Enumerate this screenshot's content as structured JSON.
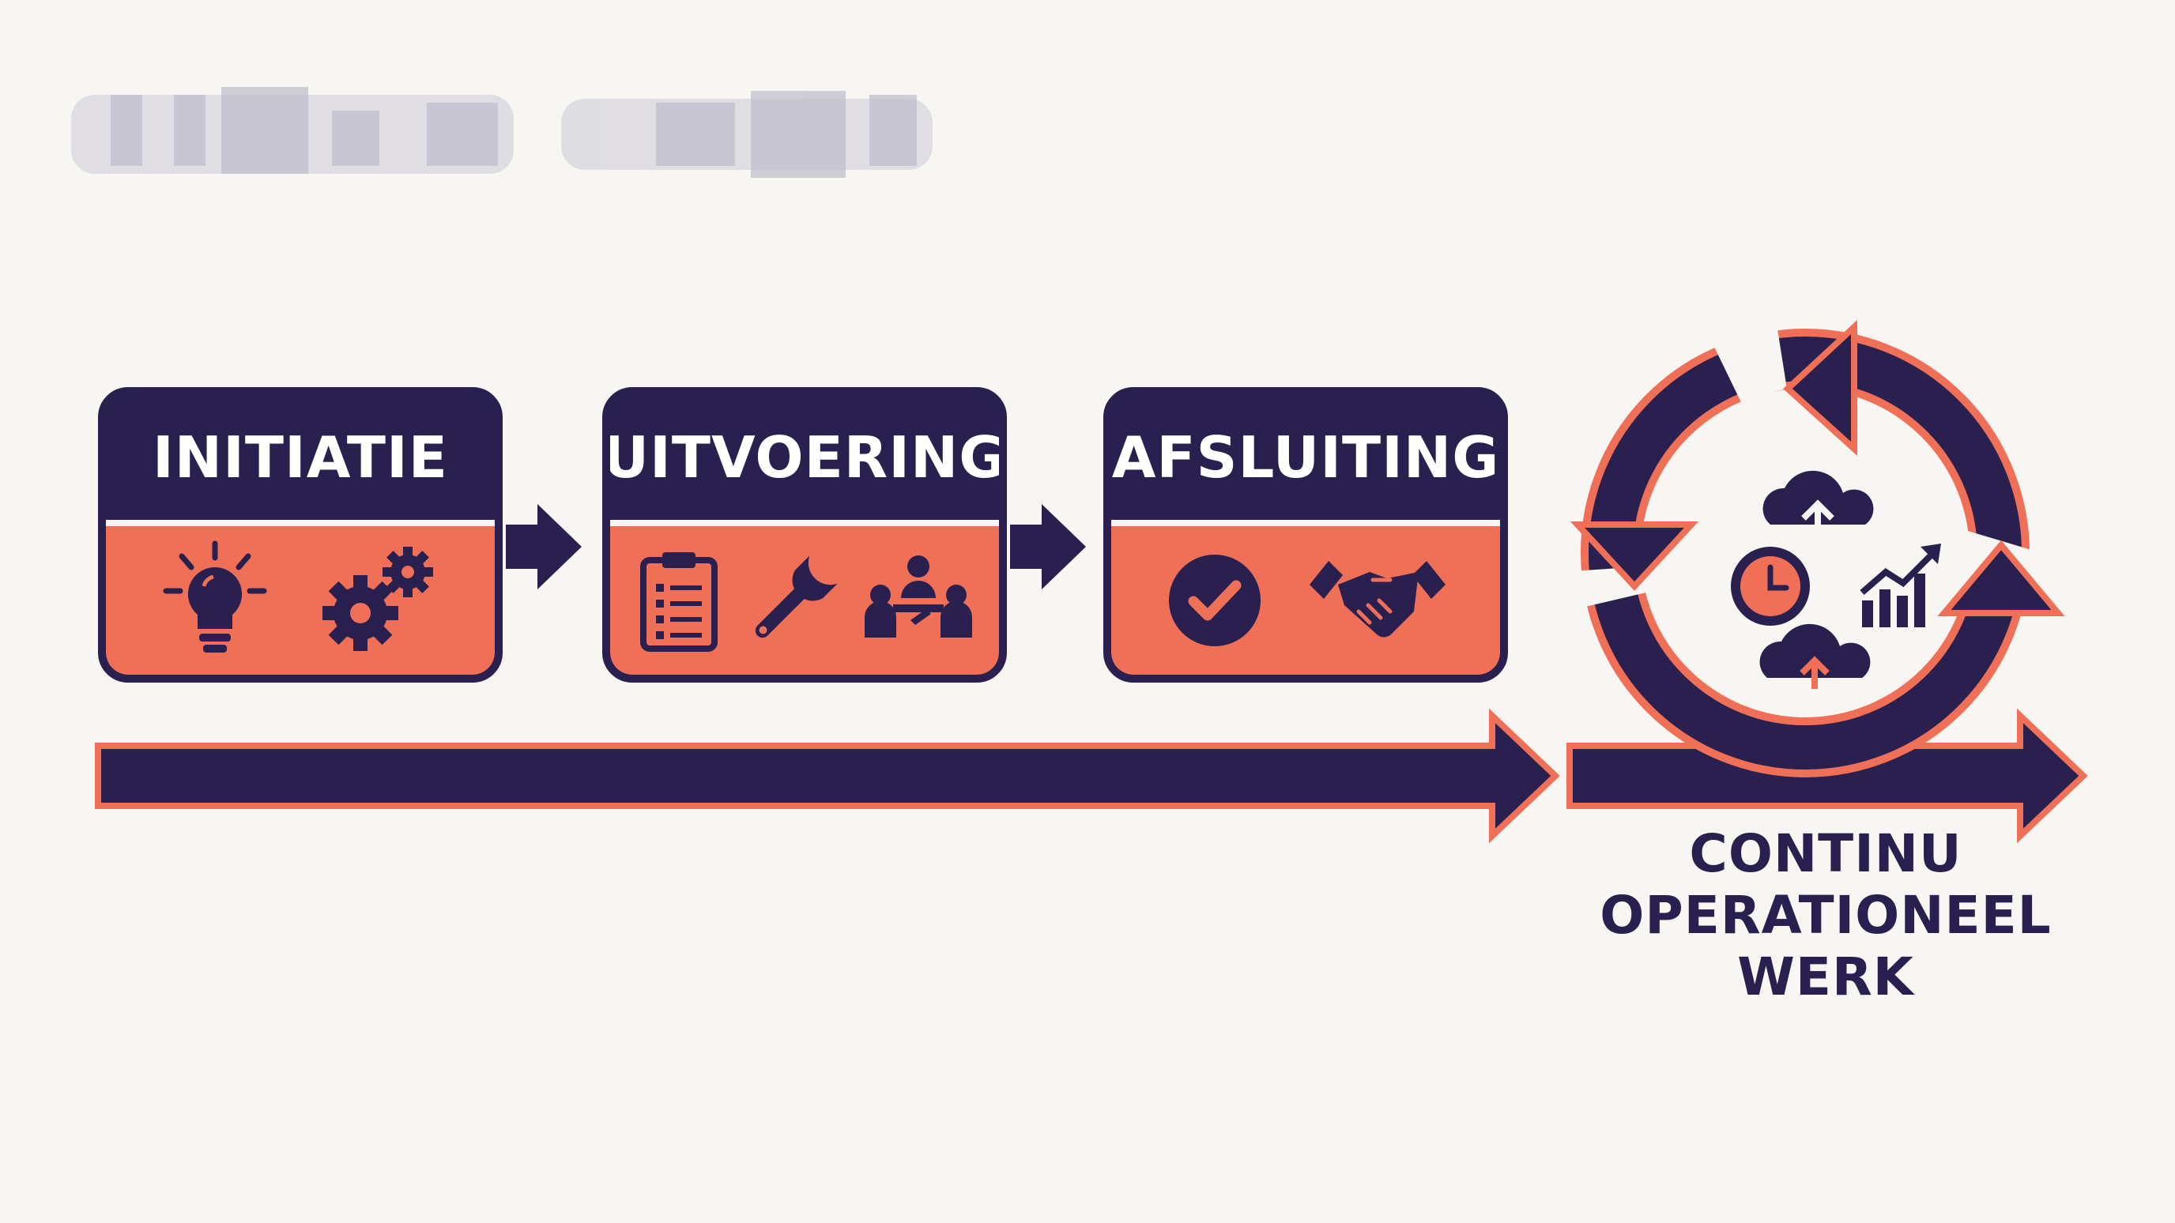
{
  "phases": [
    {
      "title": "INITIATIE",
      "icons": [
        "lightbulb-icon",
        "gears-icon"
      ]
    },
    {
      "title": "UITVOERING",
      "icons": [
        "clipboard-icon",
        "wrench-icon",
        "team-meeting-icon"
      ]
    },
    {
      "title": "AFSLUITING",
      "icons": [
        "checkmark-circle-icon",
        "handshake-icon"
      ]
    }
  ],
  "cycle": {
    "icons": [
      "cloud-upload-icon",
      "clock-icon",
      "growth-chart-icon",
      "cloud-upload-icon"
    ],
    "label_lines": [
      "CONTINU",
      "OPERATIONEEL",
      "WERK"
    ]
  },
  "colors": {
    "navy": "#29204f",
    "coral": "#ef6f57",
    "background": "#f7f6f2"
  }
}
